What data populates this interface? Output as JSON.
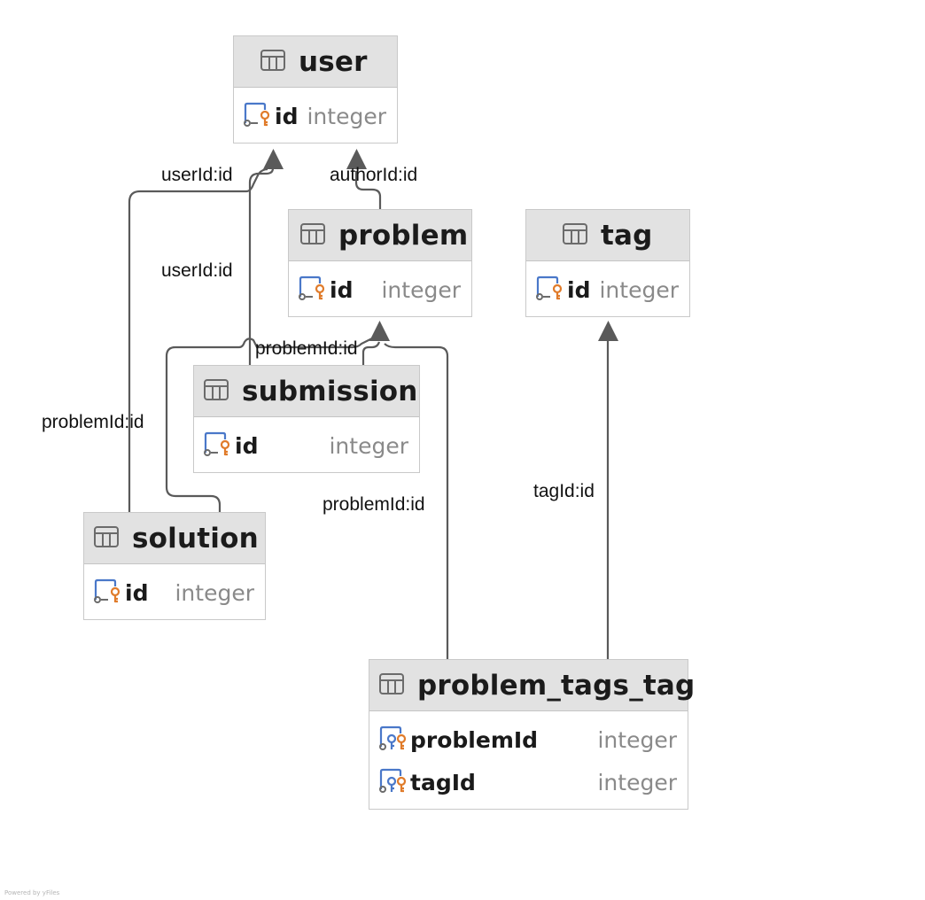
{
  "entities": {
    "user": {
      "name": "user",
      "fields": [
        {
          "name": "id",
          "type": "integer"
        }
      ]
    },
    "problem": {
      "name": "problem",
      "fields": [
        {
          "name": "id",
          "type": "integer"
        }
      ]
    },
    "tag": {
      "name": "tag",
      "fields": [
        {
          "name": "id",
          "type": "integer"
        }
      ]
    },
    "submission": {
      "name": "submission",
      "fields": [
        {
          "name": "id",
          "type": "integer"
        }
      ]
    },
    "solution": {
      "name": "solution",
      "fields": [
        {
          "name": "id",
          "type": "integer"
        }
      ]
    },
    "problem_tags_tag": {
      "name": "problem_tags_tag",
      "fields": [
        {
          "name": "problemId",
          "type": "integer"
        },
        {
          "name": "tagId",
          "type": "integer"
        }
      ]
    }
  },
  "relations": [
    {
      "from": "solution",
      "to": "user",
      "label": "userId:id"
    },
    {
      "from": "problem",
      "to": "user",
      "label": "authorId:id"
    },
    {
      "from": "submission",
      "to": "user",
      "label": "userId:id"
    },
    {
      "from": "solution",
      "to": "problem",
      "label": "problemId:id"
    },
    {
      "from": "submission",
      "to": "problem",
      "label": "problemId:id"
    },
    {
      "from": "problem_tags_tag",
      "to": "problem",
      "label": "problemId:id"
    },
    {
      "from": "problem_tags_tag",
      "to": "tag",
      "label": "tagId:id"
    }
  ],
  "footer": "Powered by yFiles",
  "colors": {
    "header": "#e2e2e2",
    "border": "#c9c9c9",
    "edge": "#555555",
    "key_blue": "#4a78c9",
    "key_orange": "#e07b2a"
  }
}
